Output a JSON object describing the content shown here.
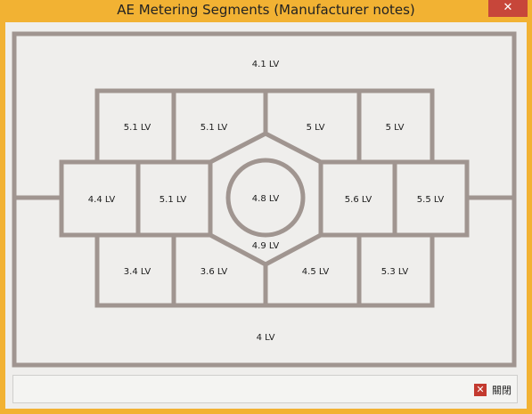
{
  "window": {
    "title": "AE Metering Segments (Manufacturer notes)",
    "close_glyph": "✕"
  },
  "segments": {
    "outer_top": "4.1 LV",
    "outer_bottom": "4 LV",
    "top_row": [
      "5.1 LV",
      "5.1 LV",
      "5 LV",
      "5 LV"
    ],
    "middle_left_outer": "4.4 LV",
    "middle_left_inner": "5.1 LV",
    "center_circle": "4.8 LV",
    "center_hex_bottom": "4.9 LV",
    "middle_right_inner": "5.6 LV",
    "middle_right_outer": "5.5 LV",
    "bottom_row": [
      "3.4 LV",
      "3.6 LV",
      "4.5 LV",
      "5.3 LV"
    ]
  },
  "statusbar": {
    "icon": "close-icon",
    "text": "關閉"
  },
  "colors": {
    "titlebar": "#f2b233",
    "close": "#c7463a",
    "frame": "#a09590",
    "background": "#efeeec"
  }
}
